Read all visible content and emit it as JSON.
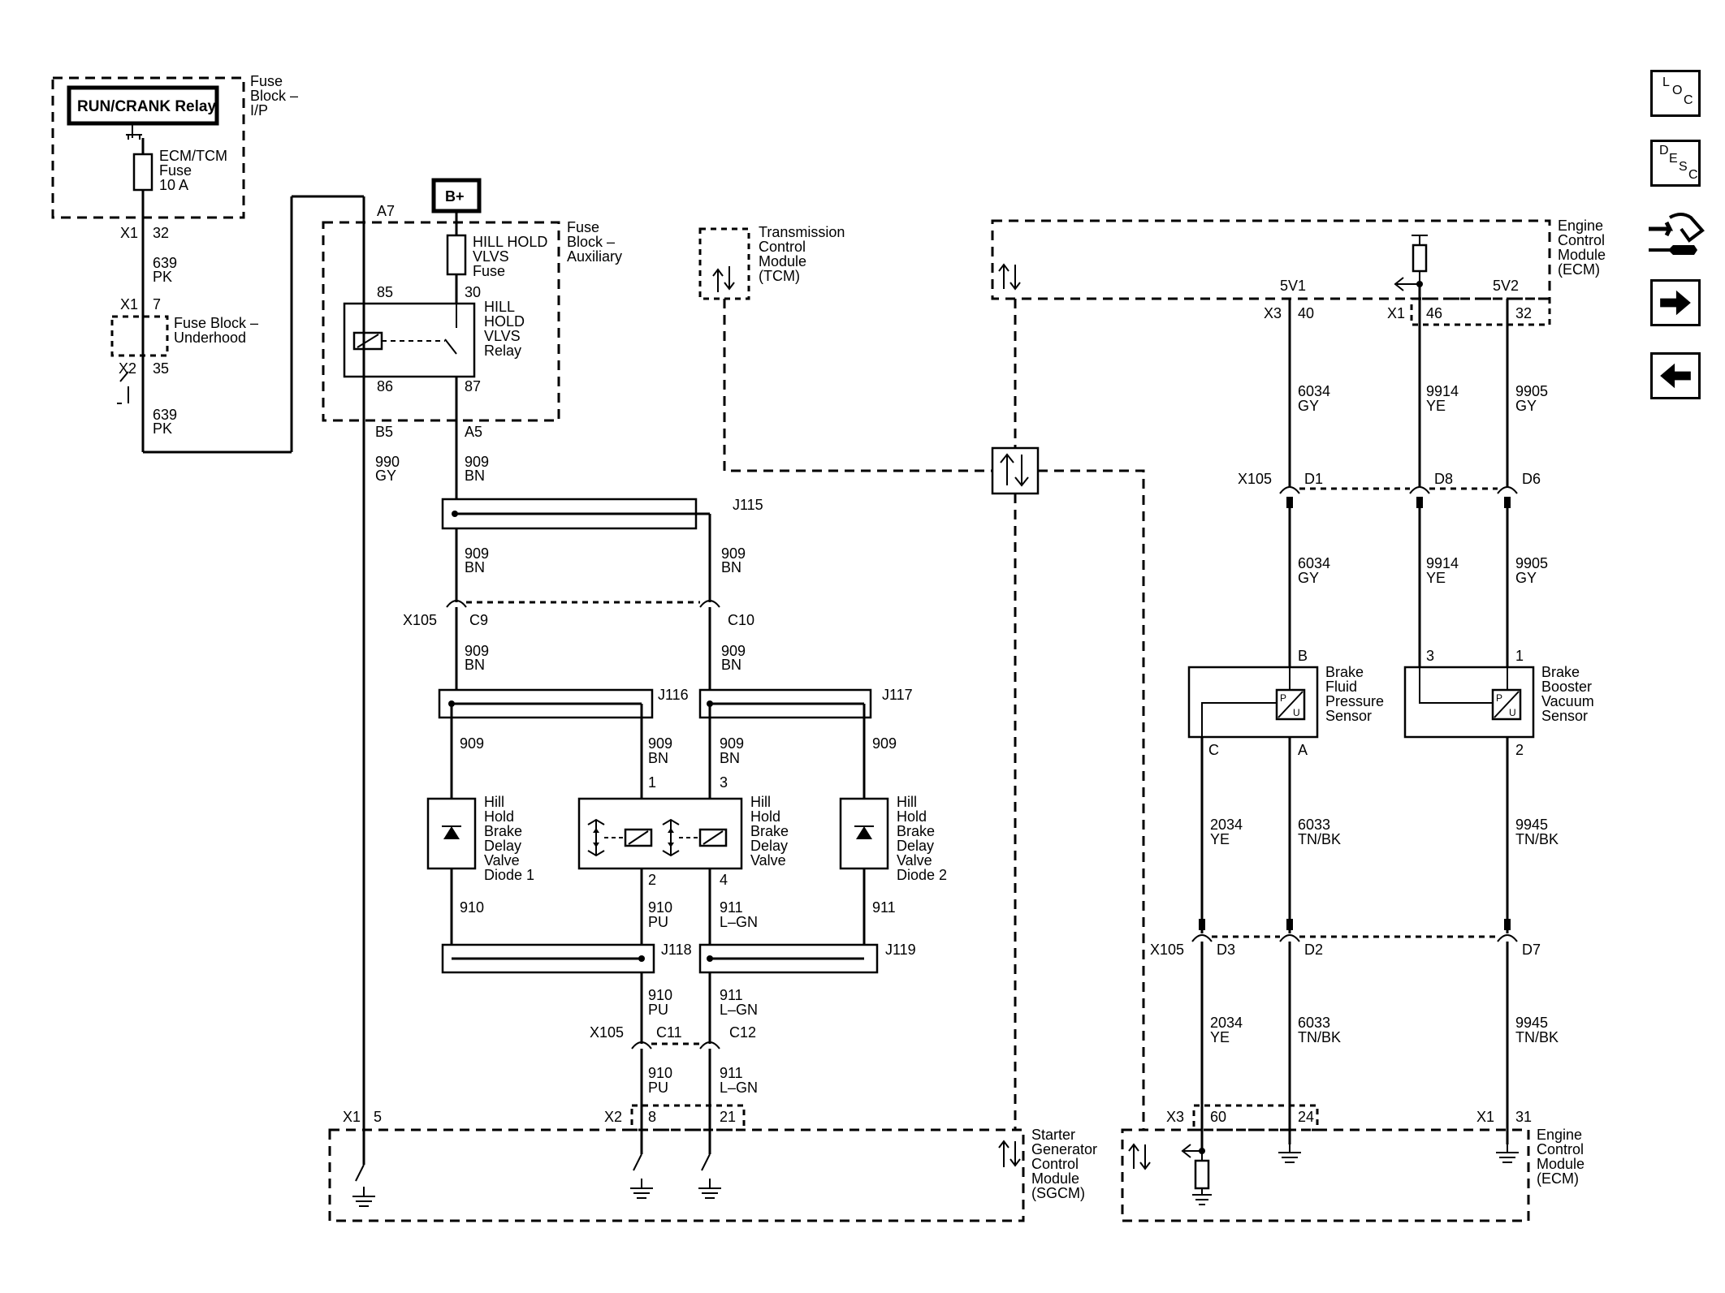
{
  "relay_label": "RUN/CRANK Relay",
  "b_plus": "B+",
  "fuse_block_ip": [
    "Fuse",
    "Block –",
    "I/P"
  ],
  "fuse_block_aux": [
    "Fuse",
    "Block –",
    "Auxiliary"
  ],
  "fuse_block_underhood": [
    "Fuse Block –",
    "Underhood"
  ],
  "ecm_tcm_fuse": [
    "ECM/TCM",
    "Fuse",
    "10 A"
  ],
  "hill_hold_vlvs_fuse": [
    "HILL HOLD",
    "VLVS",
    "Fuse"
  ],
  "hill_hold_vlvs_relay": [
    "HILL",
    "HOLD",
    "VLVS",
    "Relay"
  ],
  "tcm": [
    "Transmission",
    "Control",
    "Module",
    "(TCM)"
  ],
  "ecm": [
    "Engine",
    "Control",
    "Module",
    "(ECM)"
  ],
  "sgcm": [
    "Starter",
    "Generator",
    "Control",
    "Module",
    "(SGCM)"
  ],
  "brake_fluid_sensor": [
    "Brake",
    "Fluid",
    "Pressure",
    "Sensor"
  ],
  "brake_booster_sensor": [
    "Brake",
    "Booster",
    "Vacuum",
    "Sensor"
  ],
  "diode1": [
    "Hill",
    "Hold",
    "Brake",
    "Delay",
    "Valve",
    "Diode 1"
  ],
  "diode2": [
    "Hill",
    "Hold",
    "Brake",
    "Delay",
    "Valve",
    "Diode 2"
  ],
  "valve": [
    "Hill",
    "Hold",
    "Brake",
    "Delay",
    "Valve"
  ],
  "connectors": {
    "x1": "X1",
    "x2": "X2",
    "x3": "X3",
    "x105": "X105",
    "p32": "32",
    "p7": "7",
    "p35": "35",
    "a7": "A7",
    "b5": "B5",
    "a5": "A5",
    "p85": "85",
    "p30": "30",
    "p86": "86",
    "p87": "87",
    "c9": "C9",
    "c10": "C10",
    "c11": "C11",
    "c12": "C12",
    "j115": "J115",
    "j116": "J116",
    "j117": "J117",
    "j118": "J118",
    "j119": "J119",
    "p1": "1",
    "p2": "2",
    "p3": "3",
    "p4": "4",
    "p5": "5",
    "p8": "8",
    "p21": "21",
    "v5v1": "5V1",
    "v5v2": "5V2",
    "p40": "40",
    "p46": "46",
    "p32b": "32",
    "d1": "D1",
    "d8": "D8",
    "d6": "D6",
    "d3": "D3",
    "d2": "D2",
    "d7": "D7",
    "pb": "B",
    "pc": "C",
    "pa": "A",
    "p3b": "3",
    "p1b": "1",
    "p2b": "2",
    "p60": "60",
    "p24": "24",
    "p31": "31"
  },
  "wires": {
    "w639": "639",
    "pk": "PK",
    "w990": "990",
    "gy": "GY",
    "w909": "909",
    "bn": "BN",
    "w910": "910",
    "pu": "PU",
    "w911": "911",
    "lgn": "L–GN",
    "w6034": "6034",
    "w9914": "9914",
    "ye": "YE",
    "w9905": "9905",
    "w2034": "2034",
    "w6033": "6033",
    "tnbk": "TN/BK",
    "w9945": "9945"
  },
  "nav": {
    "loc": [
      "L",
      "O",
      "C"
    ],
    "desc": [
      "D",
      "E",
      "S",
      "C"
    ]
  }
}
